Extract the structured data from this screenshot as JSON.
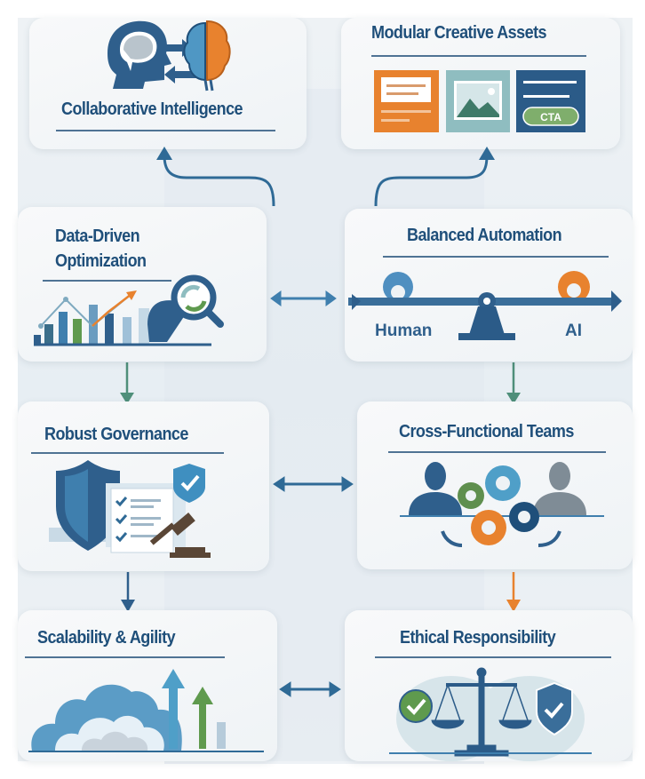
{
  "cards": {
    "collaborative": {
      "title": "Collaborative Intelligence"
    },
    "modular": {
      "title": "Modular Creative Assets",
      "cta_label": "CTA"
    },
    "data_driven": {
      "title_line1": "Data-Driven",
      "title_line2": "Optimization"
    },
    "balanced": {
      "title": "Balanced Automation",
      "left_label": "Human",
      "right_label": "AI"
    },
    "governance": {
      "title": "Robust Governance"
    },
    "cross_functional": {
      "title": "Cross-Functional Teams"
    },
    "scalability": {
      "title": "Scalability & Agility"
    },
    "ethical": {
      "title": "Ethical Responsibility"
    }
  },
  "colors": {
    "navy": "#1f4f7a",
    "blue": "#3f7fae",
    "orange": "#e8822e",
    "green": "#5f9a4e",
    "teal": "#8fbdc0"
  }
}
